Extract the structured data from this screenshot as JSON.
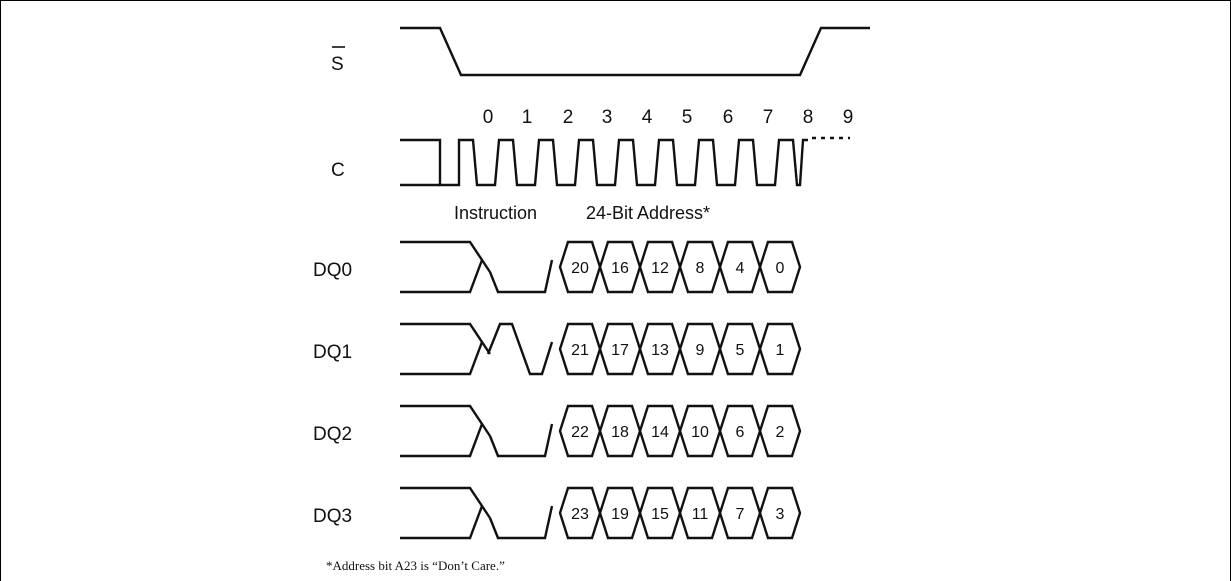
{
  "diagram": {
    "signals": {
      "s": "S",
      "c": "C",
      "dq": [
        "DQ0",
        "DQ1",
        "DQ2",
        "DQ3"
      ]
    },
    "clock_ticks": [
      "0",
      "1",
      "2",
      "3",
      "4",
      "5",
      "6",
      "7",
      "8",
      "9"
    ],
    "phases": {
      "instruction": "Instruction",
      "address": "24-Bit Address*"
    },
    "address_bits": [
      [
        "20",
        "16",
        "12",
        "8",
        "4",
        "0"
      ],
      [
        "21",
        "17",
        "13",
        "9",
        "5",
        "1"
      ],
      [
        "22",
        "18",
        "14",
        "10",
        "6",
        "2"
      ],
      [
        "23",
        "19",
        "15",
        "11",
        "7",
        "3"
      ]
    ],
    "footnote": "*Address bit A23 is “Don’t Care.”"
  }
}
